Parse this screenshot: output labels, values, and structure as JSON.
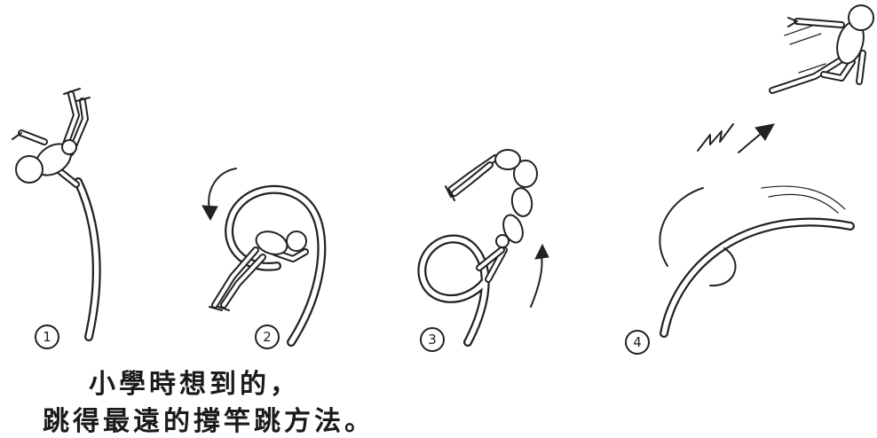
{
  "steps": [
    {
      "number": "1"
    },
    {
      "number": "2"
    },
    {
      "number": "3"
    },
    {
      "number": "4"
    }
  ],
  "caption": {
    "line1": "小學時想到的，",
    "line2": "跳得最遠的撐竿跳方法。"
  }
}
